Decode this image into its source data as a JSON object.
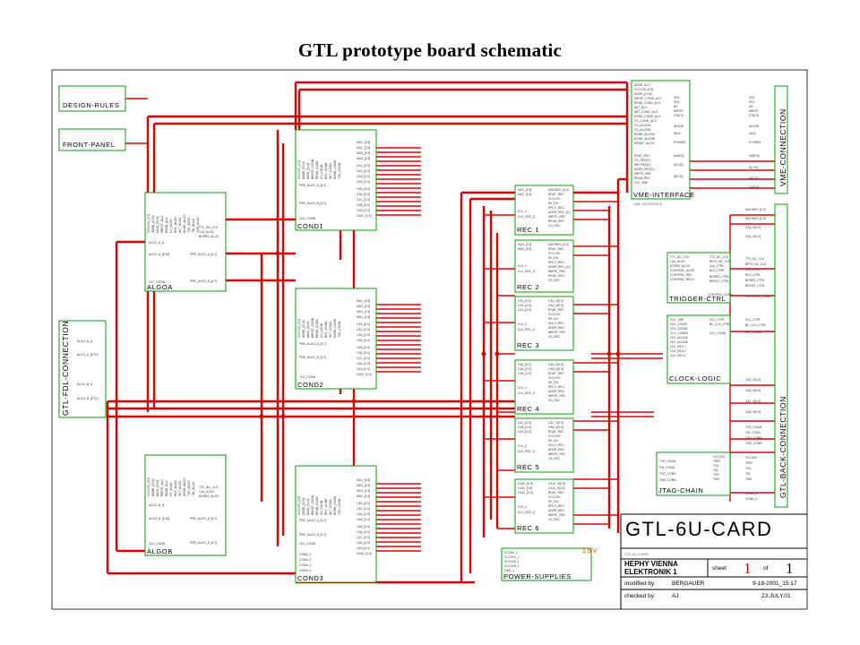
{
  "page": {
    "title": "GTL prototype board schematic"
  },
  "blocks": {
    "design_rules": "DESIGN-RULES",
    "front_panel": "FRONT-PANEL",
    "gtl_fdl_connection": "GTL-FDL-CONNECTION",
    "algoa": "ALGOA",
    "algob": "ALGOB",
    "cond1": "COND1",
    "cond2": "COND2",
    "cond3": "COND3",
    "rec1": "REC 1",
    "rec2": "REC 2",
    "rec3": "REC 3",
    "rec4": "REC 4",
    "rec5": "REC 5",
    "rec6": "REC 6",
    "power_supplies": "POWER-SUPPLIES",
    "vme_interface": "VME-INTERFACE",
    "vme_connection": "VME-CONNECTION",
    "trigger_ctrl": "TRIGGER-CTRL",
    "clock_logic": "CLOCK-LOGIC",
    "jtag_chain": "JTAG-CHAIN",
    "gtl_back_connection": "GTL-BACK-CONNECTION"
  },
  "annotations": {
    "voltage": "1.5 V"
  },
  "title_block": {
    "card_name": "GTL-6U-CARD",
    "org_line1": "HEPHY VIENNA",
    "org_line2": "ELEKTRONIK 1",
    "sheet_label": "sheet",
    "sheet_no": "1",
    "of_label": "of",
    "sheet_total": "1",
    "modified_label": "modified by:",
    "modified_by": "BERGAUER",
    "modified_date": "9-18-2001_15:17",
    "checked_label": "checked by:",
    "checked_by": "AJ",
    "checked_date": "23.JULY.01"
  },
  "colors": {
    "wire": "#e00000",
    "block_outline": "#00a000",
    "text": "#000000"
  }
}
